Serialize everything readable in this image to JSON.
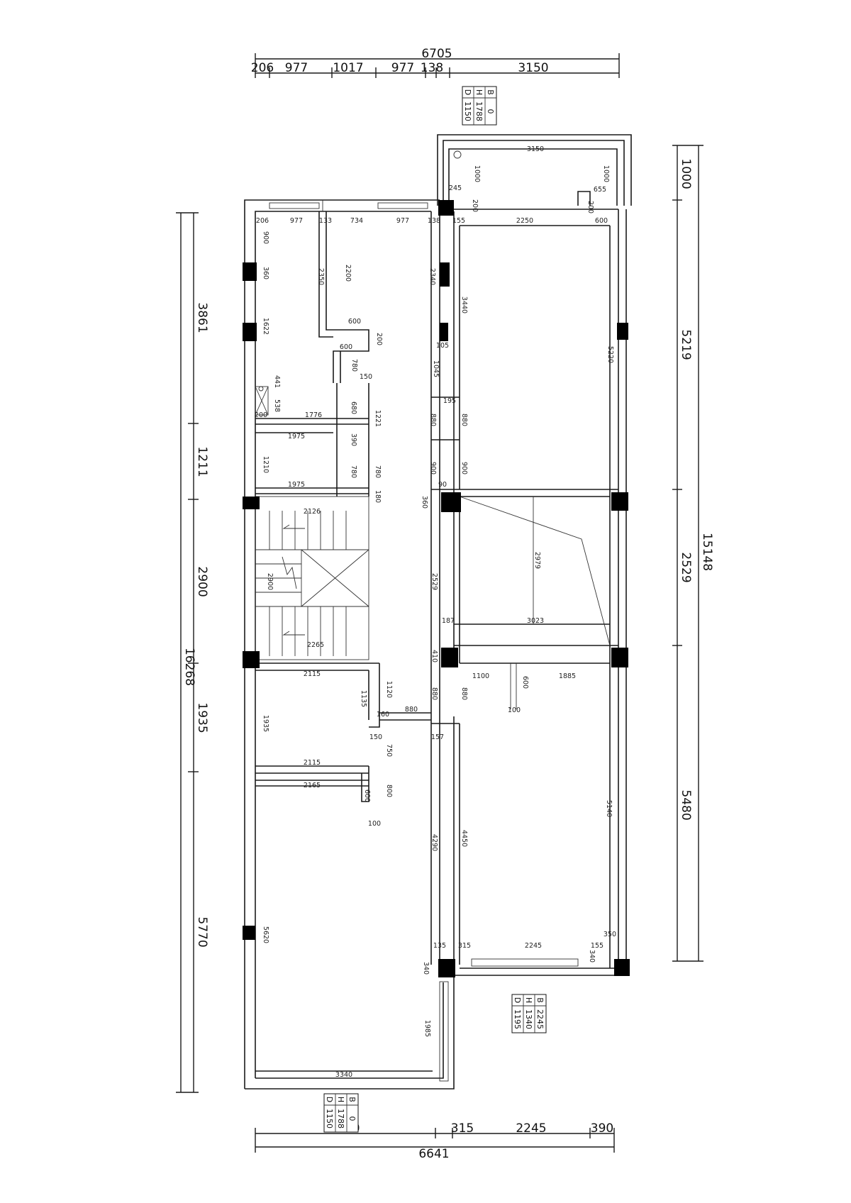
{
  "top_dims": {
    "total": "6705",
    "segments": [
      "206",
      "977",
      "1017",
      "977",
      "138",
      "3150"
    ]
  },
  "bottom_dims": {
    "total": "6641",
    "segments": [
      "3340",
      "315",
      "2245",
      "390"
    ]
  },
  "left_dims": {
    "total": "16268",
    "segments": [
      "3861",
      "1211",
      "2900",
      "1935",
      "5770"
    ]
  },
  "right_dims": {
    "total": "15148",
    "segments": [
      "1000",
      "5219",
      "2529",
      "5480"
    ]
  },
  "window_tables": [
    {
      "rows": [
        [
          "B",
          "0"
        ],
        [
          "H",
          "1788"
        ],
        [
          "D",
          "1150"
        ]
      ]
    },
    {
      "rows": [
        [
          "B",
          "2245"
        ],
        [
          "H",
          "1340"
        ],
        [
          "D",
          "1195"
        ]
      ]
    },
    {
      "rows": [
        [
          "B",
          "0"
        ],
        [
          "H",
          "1788"
        ],
        [
          "D",
          "1150"
        ]
      ]
    }
  ],
  "room_dims": {
    "r3150": "3150",
    "r1000a": "1000",
    "r1000b": "1000",
    "r245": "245",
    "r655": "655",
    "r200a": "200",
    "r200b": "200",
    "r206": "206",
    "r977a": "977",
    "r133": "133",
    "r734": "734",
    "r977b": "977",
    "r138": "138",
    "r155": "155",
    "r2250": "2250",
    "r600a": "600",
    "r900": "900",
    "r2350": "2350",
    "r2200": "2200",
    "r2340": "2340",
    "r360a": "360",
    "r3440": "3440",
    "r1622": "1622",
    "r600b": "600",
    "r200c": "200",
    "r600c": "600",
    "r5220": "5220",
    "r105": "105",
    "r1045": "1045",
    "r780a": "780",
    "r150": "150",
    "r441": "441",
    "r538": "538",
    "r680": "680",
    "r1221": "1221",
    "r195": "195",
    "r200d": "200",
    "r1776": "1776",
    "r880a": "880",
    "r880b": "880",
    "r1975a": "1975",
    "r390": "390",
    "r1210": "1210",
    "r780b": "780",
    "r780c": "780",
    "r900b": "900",
    "r900c": "900",
    "r1975b": "1975",
    "r180": "180",
    "r90": "90",
    "r360b": "360",
    "r2126": "2126",
    "r2900": "2900",
    "r2529": "2529",
    "r2979": "2979",
    "r187": "187",
    "r3023": "3023",
    "r2265": "2265",
    "r410": "410",
    "r1100": "1100",
    "r600d": "600",
    "r1885": "1885",
    "r2115a": "2115",
    "r1120": "1120",
    "r1135": "1135",
    "r880c": "880",
    "r880d": "880",
    "r160": "160",
    "r880e": "880",
    "r100a": "100",
    "r1935": "1935",
    "r150b": "150",
    "r750": "750",
    "r157": "157",
    "r2115b": "2115",
    "r2165": "2165",
    "r800": "800",
    "r600e": "600",
    "r100b": "100",
    "r5140": "5140",
    "r4290": "4290",
    "r4450": "4450",
    "r5620": "5620",
    "r135": "135",
    "r315": "315",
    "r2245": "2245",
    "r350": "350",
    "r155b": "155",
    "r340a": "340",
    "r340b": "340",
    "r1985": "1985",
    "r3340": "3340"
  }
}
